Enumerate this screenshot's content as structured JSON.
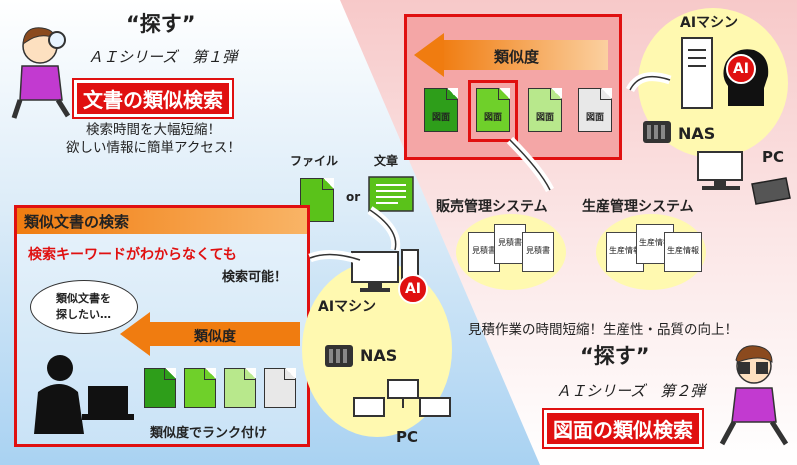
{
  "colors": {
    "accent_red": "#e01010",
    "arrow_orange": "#f07c10",
    "doc_green": "#5ac21a",
    "bubble_yellow": "#fff9b0"
  },
  "top_left": {
    "quote": "“探す”",
    "series": "ＡＩシリーズ　第１弾",
    "title": "文書の類似検索",
    "line1": "検索時間を大幅短縮！",
    "line2": "欲しい情報に簡単アクセス！"
  },
  "center": {
    "file_label": "ファイル",
    "doc_label": "文章",
    "or_label": "or"
  },
  "similar_box": {
    "header": "類似文書の検索",
    "keyword_line": "検索キーワードがわからなくても",
    "searchable": "検索可能！",
    "thought_line1": "類似文書を",
    "thought_line2": "探したい…",
    "similarity_label": "類似度",
    "rank_label": "類似度でランク付け"
  },
  "left_machines": {
    "ai_label": "AIマシン",
    "ai_badge": "AI",
    "nas_label": "NAS",
    "pc_label": "PC"
  },
  "top_right": {
    "similarity_label": "類似度",
    "drawing_labels": [
      "図面",
      "図面",
      "図面",
      "図面"
    ],
    "ai_label": "AIマシン",
    "ai_badge": "AI",
    "nas_label": "NAS",
    "pc_label": "PC"
  },
  "systems": {
    "sales": "販売管理システム",
    "production": "生産管理システム",
    "sales_docs": [
      "見積書",
      "見積書",
      "見積書"
    ],
    "prod_docs": [
      "生産情報",
      "生産情報",
      "生産情報"
    ]
  },
  "bottom_right": {
    "benefit": "見積作業の時間短縮！生産性・品質の向上！",
    "quote": "“探す”",
    "series": "ＡＩシリーズ　第２弾",
    "title": "図面の類似検索"
  }
}
